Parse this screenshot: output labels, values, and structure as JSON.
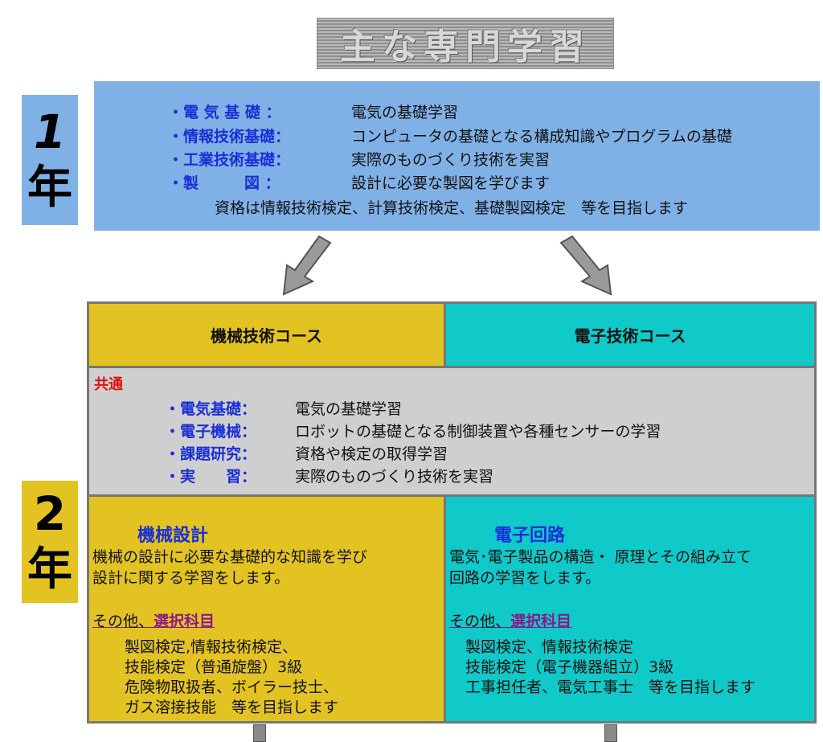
{
  "title": "主な専門学習",
  "year1": {
    "badge_num": "1",
    "badge_kanji": "年",
    "items": [
      {
        "label": "・電 気 基 礎 ：",
        "desc": "電気の基礎学習"
      },
      {
        "label": "・情報技術基礎：",
        "desc": "コンピュータの基礎となる構成知識やプログラムの基礎"
      },
      {
        "label": "・工業技術基礎：",
        "desc": "実際のものづくり技術を実習"
      },
      {
        "label": "・製　　　図 ：",
        "desc": "設計に必要な製図を学びます"
      }
    ],
    "qualifications": "資格は情報技術検定、計算技術検定、基礎製図検定　等を目指します"
  },
  "year2": {
    "badge_num": "2",
    "badge_kanji": "年",
    "mech_header": "機械技術コース",
    "elec_header": "電子技術コース",
    "common": {
      "title": "共通",
      "items": [
        {
          "label": "・電気基礎：",
          "desc": "電気の基礎学習"
        },
        {
          "label": "・電子機械：",
          "desc": "ロボットの基礎となる制御装置や各種センサーの学習"
        },
        {
          "label": "・課題研究：",
          "desc": "資格や検定の取得学習"
        },
        {
          "label": "・実　　習：",
          "desc": "実際のものづくり技術を実習"
        }
      ]
    },
    "mech": {
      "subtitle": "機械設計",
      "lines": [
        "機械の設計に必要な基礎的な知識を学び",
        "設計に関する学習をします。"
      ],
      "other_prefix": "その他、",
      "other_link": "選択科目",
      "quals": [
        "製図検定,情報技術検定、",
        "技能検定（普通旋盤）3級",
        "危険物取扱者、ボイラー技士、",
        "ガス溶接技能　等を目指します"
      ]
    },
    "elec": {
      "subtitle": "電子回路",
      "lines": [
        "電気･電子製品の構造・ 原理とその組み立て",
        "回路の学習をします。"
      ],
      "other_prefix": "その他、",
      "other_link": "選択科目",
      "quals": [
        "製図検定、情報技術検定",
        "技能検定（電子機器組立）3級",
        "工事担任者、電気工事士　等を目指します"
      ]
    }
  }
}
